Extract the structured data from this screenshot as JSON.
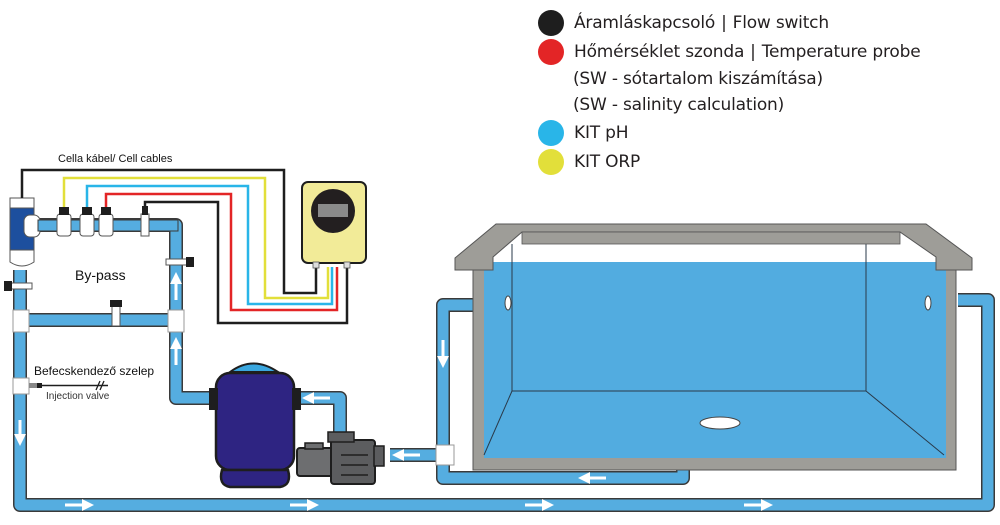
{
  "legend": {
    "items": [
      {
        "key": "flow_switch",
        "color": "#1e1e1e",
        "label_hu": "Áramláskapcsoló",
        "separator": "|",
        "label_en": "Flow switch"
      },
      {
        "key": "temperature_probe",
        "color": "#e32526",
        "label_hu": "Hőmérséklet szonda",
        "separator": "|",
        "label_en": "Temperature probe",
        "notes": [
          "(SW - sótartalom kiszámítása)",
          "(SW - salinity calculation)"
        ]
      },
      {
        "key": "kit_ph",
        "color": "#29b5e8",
        "label": "KIT pH"
      },
      {
        "key": "kit_orp",
        "color": "#e2df3a",
        "label": "KIT ORP"
      }
    ]
  },
  "labels": {
    "cell_cables_hu": "Cella kábel",
    "cell_cables_en": "/ Cell cables",
    "bypass": "By-pass",
    "injection_valve_hu": "Befecskendező szelep",
    "injection_valve_en": "Injection valve"
  },
  "colors": {
    "pipe": "#55ade0",
    "pool_water": "#52ace0",
    "pool_wall": "#9e9d98",
    "filter": "#2e2482",
    "filter_dome": "#3aa7df",
    "cell": "#1d4f9e",
    "controller": "#f2eb98",
    "pump": "#6d6e70",
    "cable_black": "#1e1e1e",
    "cable_red": "#e32526",
    "cable_blue": "#29b5e8",
    "cable_yellow": "#e2df3a"
  }
}
